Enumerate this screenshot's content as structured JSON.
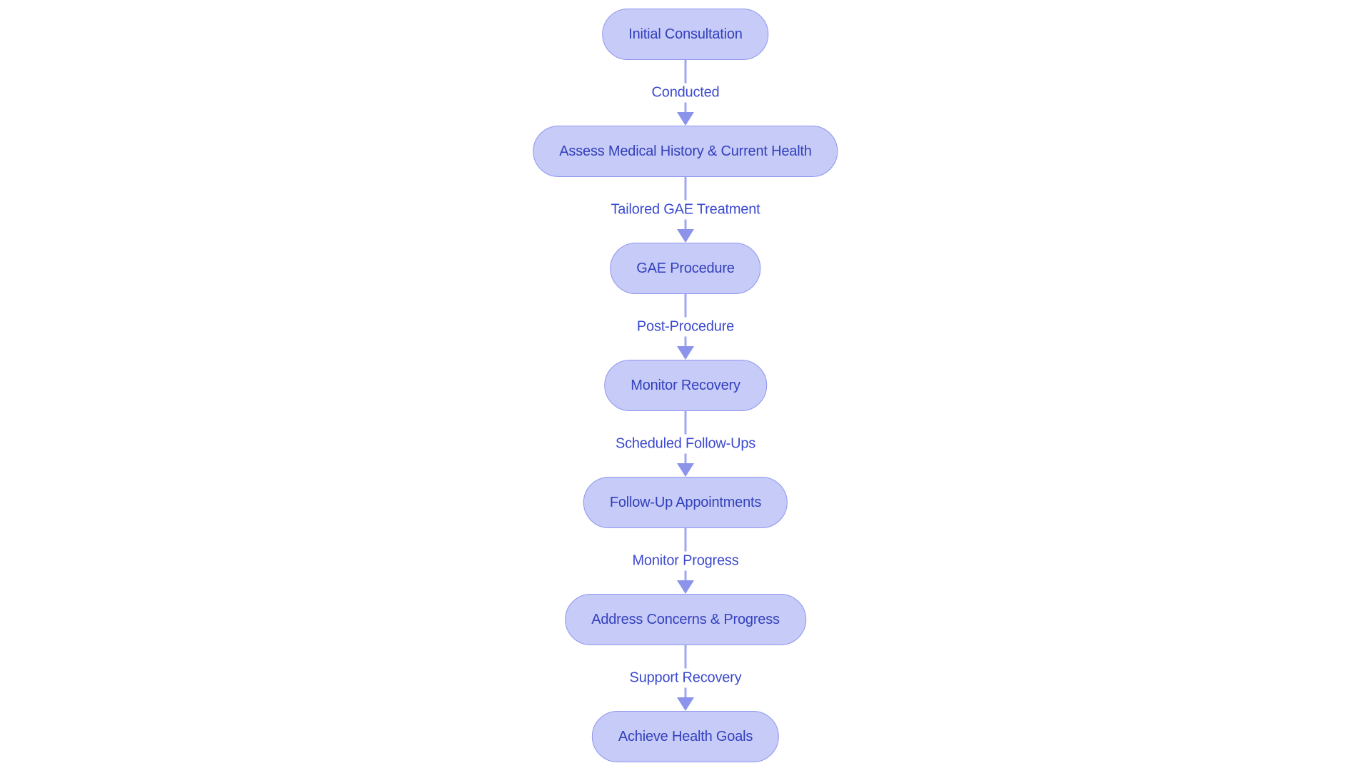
{
  "diagram": {
    "type": "flowchart",
    "direction": "top-down",
    "nodes": [
      {
        "label": "Initial Consultation"
      },
      {
        "label": "Assess Medical History & Current Health"
      },
      {
        "label": "GAE Procedure"
      },
      {
        "label": "Monitor Recovery"
      },
      {
        "label": "Follow-Up Appointments"
      },
      {
        "label": "Address Concerns & Progress"
      },
      {
        "label": "Achieve Health Goals"
      }
    ],
    "edges": [
      {
        "from": "Initial Consultation",
        "to": "Assess Medical History & Current Health",
        "label": "Conducted"
      },
      {
        "from": "Assess Medical History & Current Health",
        "to": "GAE Procedure",
        "label": "Tailored GAE Treatment"
      },
      {
        "from": "GAE Procedure",
        "to": "Monitor Recovery",
        "label": "Post-Procedure"
      },
      {
        "from": "Monitor Recovery",
        "to": "Follow-Up Appointments",
        "label": "Scheduled Follow-Ups"
      },
      {
        "from": "Follow-Up Appointments",
        "to": "Address Concerns & Progress",
        "label": "Monitor Progress"
      },
      {
        "from": "Address Concerns & Progress",
        "to": "Achieve Health Goals",
        "label": "Support Recovery"
      }
    ],
    "colors": {
      "background": "#ffffff",
      "node_fill": "#c7cbf8",
      "node_border": "#8e96ee",
      "node_text": "#3340bb",
      "edge_label_text": "#3b49cf",
      "arrow_line": "#a0a7f1",
      "arrow_head": "#8b93ea"
    }
  }
}
